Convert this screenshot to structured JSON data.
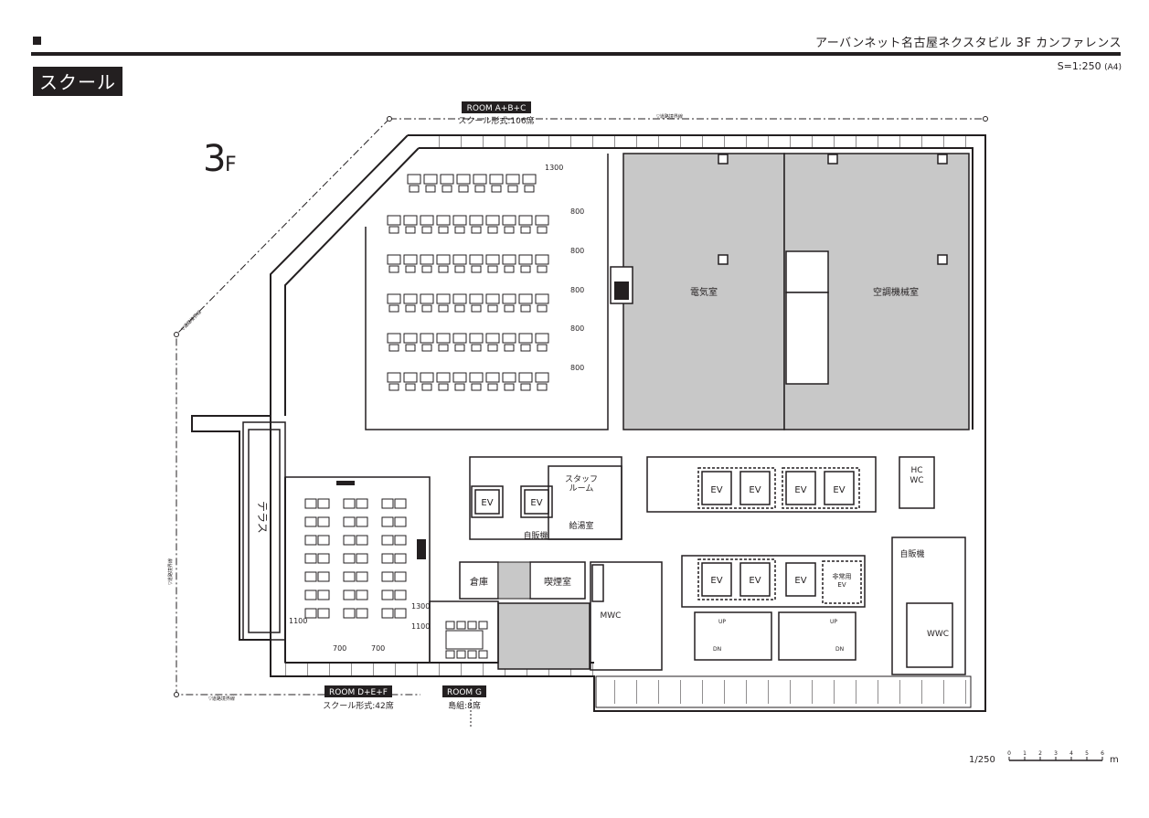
{
  "header": {
    "doc_title": "アーバンネット名古屋ネクスタビル 3F カンファレンス",
    "scale": "S=1:250",
    "paper": "(A4)",
    "layout_tag": "スクール"
  },
  "floor": {
    "label_num": "3",
    "label_suffix": "F"
  },
  "rooms_main": {
    "name": "ROOM A+B+C",
    "capacity": "スクール形式:106席"
  },
  "rooms_def": {
    "name": "ROOM D+E+F",
    "capacity": "スクール形式:42席"
  },
  "rooms_g": {
    "name": "ROOM G",
    "capacity": "島組:8席"
  },
  "labels": {
    "electric": "電気室",
    "hvac": "空調機械室",
    "staff_1": "スタッフ",
    "staff_2": "ルーム",
    "vending": "自販機",
    "kitchen": "給湯室",
    "storage": "倉庫",
    "smoking": "喫煙室",
    "mwc": "MWC",
    "wwc": "WWC",
    "hcwc_1": "HC",
    "hcwc_2": "WC",
    "vending_2": "自販機",
    "emergency_1": "非常用",
    "emergency_2": "EV",
    "terrace": "テラス",
    "ev": "EV",
    "up": "UP",
    "dn": "DN",
    "boundary": "▽道路境界線"
  },
  "dimensions": {
    "d1300_top": "1300",
    "d800": "800",
    "d1300_low": "1300",
    "d1100_a": "1100",
    "d1100_b": "1100",
    "d700_a": "700",
    "d700_b": "700"
  },
  "scale_bar": {
    "ratio": "1/250",
    "ticks": [
      "0",
      "1",
      "2",
      "3",
      "4",
      "5",
      "6"
    ],
    "unit": "m"
  },
  "colors": {
    "ink": "#231f20",
    "mech_fill": "#c8c8c8"
  }
}
